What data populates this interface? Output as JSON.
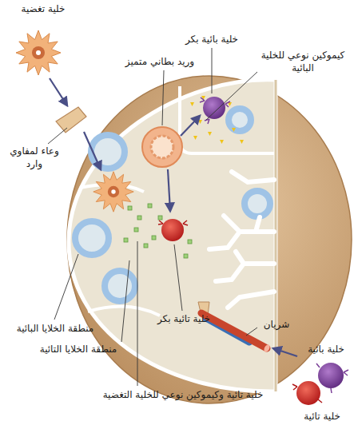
{
  "diagram": {
    "labels": [
      "خلية تغضية",
      "خلية بائية بكر",
      "كيموكين نوعي للخلية البائية",
      "وريد بطاني متميز",
      "وعاء لمفاوي وارد",
      "منطقة الخلايا البائية",
      "منطقة الخلايا التائية",
      "خلية تائية بكر",
      "شريان",
      "خلية بائية",
      "خلية تائية وكيموكين نوعي للخلية التغضية",
      "خلية تائية"
    ]
  }
}
